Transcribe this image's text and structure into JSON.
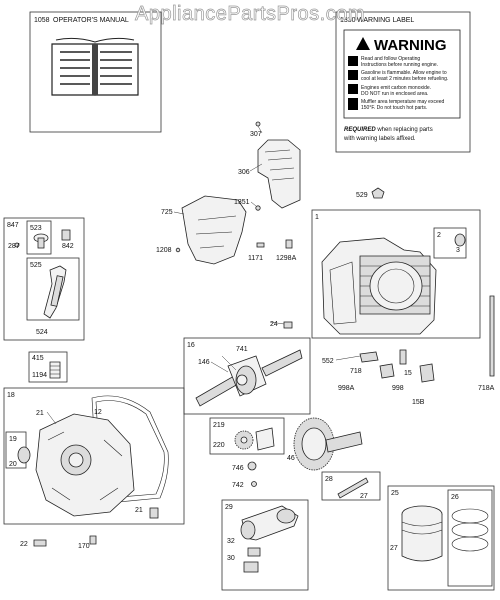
{
  "watermark": "AppliancePartsPros.com",
  "manual_box": {
    "number": "1058",
    "label": "OPERATOR'S MANUAL"
  },
  "warning_box": {
    "number": "1330",
    "label": "WARNING LABEL",
    "heading": "WARNING",
    "lines": [
      "Read and follow Operating",
      "Instructions before running engine.",
      "Gasoline is flammable. Allow engine to",
      "cool at least 2 minutes before refueling.",
      "Engines emit carbon monoxide.",
      "DO NOT run in enclosed area.",
      "Muffler area temperature may exceed",
      "150°F. Do not touch hot parts."
    ],
    "required_bold": "REQUIRED",
    "required_rest_1": " when replacing parts",
    "required_rest_2": "with warning labels affixed."
  },
  "box_numbers": {
    "b847": "847",
    "b523": "523",
    "b525": "525",
    "b415": "415",
    "b18": "18",
    "b19": "19",
    "b1": "1",
    "b2": "2",
    "b16": "16",
    "b219": "219",
    "b28": "28",
    "b29": "29",
    "b25": "25",
    "b26": "26"
  },
  "part_labels": {
    "p307": "307",
    "p306": "306",
    "p725": "725",
    "p1351": "1351",
    "p1208": "1208",
    "p1171": "1171",
    "p1298A": "1298A",
    "p529": "529",
    "p287": "287",
    "p842": "842",
    "p524": "524",
    "p1194": "1194",
    "p21a": "21",
    "p12": "12",
    "p20": "20",
    "p21b": "21",
    "p22": "22",
    "p170": "170",
    "p3": "3",
    "p24": "24",
    "p741": "741",
    "p146": "146",
    "p552": "552",
    "p718": "718",
    "p15a": "15",
    "p998A": "998A",
    "p998": "998",
    "p15B": "15B",
    "p718A": "718A",
    "p220": "220",
    "p746": "746",
    "p742": "742",
    "p46": "46",
    "p27a": "27",
    "p32": "32",
    "p30": "30",
    "p27b": "27"
  }
}
